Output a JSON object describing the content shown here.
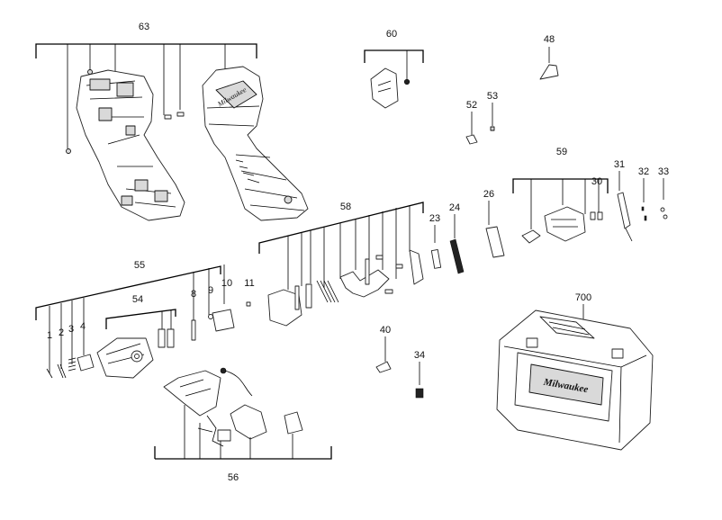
{
  "labels": {
    "p63": "63",
    "p60": "60",
    "p48": "48",
    "p52": "52",
    "p53": "53",
    "p59": "59",
    "p31": "31",
    "p30": "30",
    "p32": "32",
    "p33": "33",
    "p58": "58",
    "p23": "23",
    "p24": "24",
    "p26": "26",
    "p55": "55",
    "p54": "54",
    "p1": "1",
    "p2": "2",
    "p3": "3",
    "p4": "4",
    "p8": "8",
    "p9": "9",
    "p10": "10",
    "p11": "11",
    "p40": "40",
    "p34": "34",
    "p700": "700",
    "p56": "56"
  },
  "case_logo": "Milwaukee",
  "housing_logo": "Milwaukee"
}
